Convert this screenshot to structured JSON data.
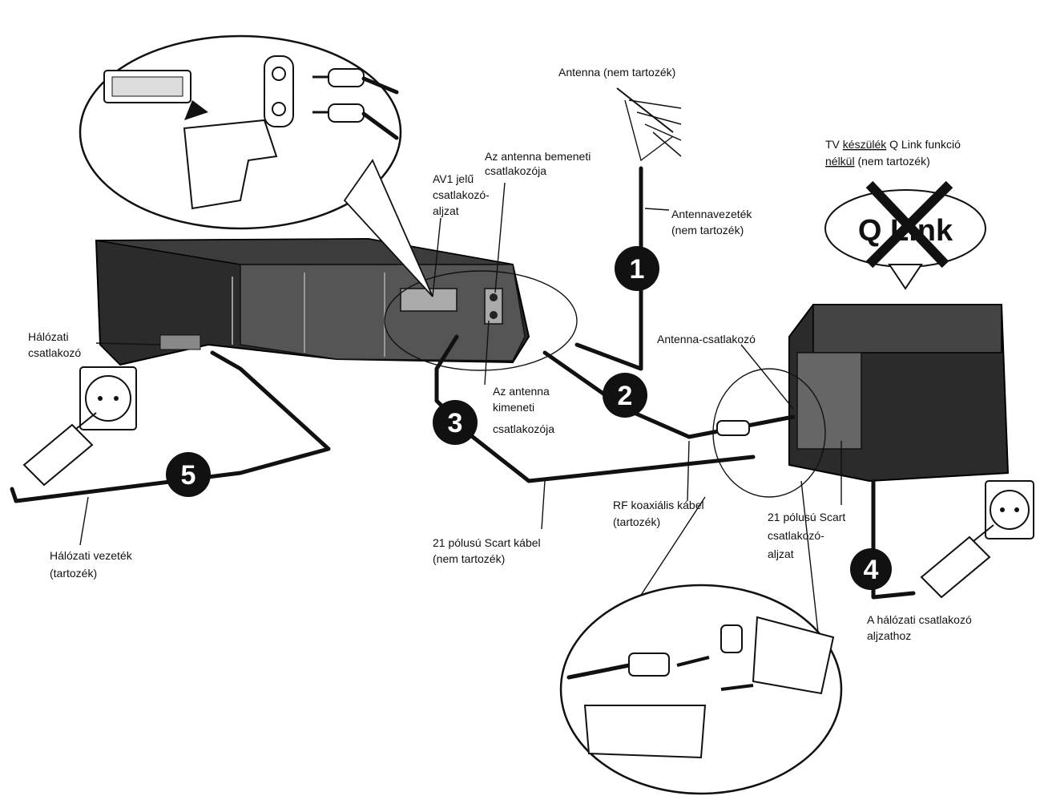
{
  "labels": {
    "antenna": "Antenna (nem tartozék)",
    "antenna_input_1": "Az antenna bemeneti",
    "antenna_input_2": "csatlakozója",
    "av1_1": "AV1 jelű",
    "av1_2": "csatlakozó-",
    "av1_3": "aljzat",
    "antenna_cable_1": "Antennavezeték",
    "antenna_cable_2": "(nem tartozék)",
    "tv_1_a": "TV ",
    "tv_1_b": "készülék",
    "tv_1_c": " Q Link funkció",
    "tv_2_a": "nélkül",
    "tv_2_b": " (nem tartozék)",
    "antenna_connector": "Antenna-csatlakozó",
    "mains_socket_1": "Hálózati",
    "mains_socket_2": "csatlakozó",
    "antenna_output_1": "Az antenna",
    "antenna_output_2": "kimeneti",
    "antenna_output_3": "csatlakozója",
    "rf_cable_1": "RF koaxiális kábel",
    "rf_cable_2": "(tartozék)",
    "scart_socket_1": "21 pólusú Scart",
    "scart_socket_2": "csatlakozó-",
    "scart_socket_3": "aljzat",
    "scart_cable_1": "21 pólusú Scart kábel",
    "scart_cable_2": "(nem tartozék)",
    "mains_cable_1": "Hálózati vezeték",
    "mains_cable_2": "(tartozék)",
    "to_outlet_1": "A hálózati csatlakozó",
    "to_outlet_2": "aljzathoz",
    "qlink_logo": "Q Link"
  },
  "steps": [
    "1",
    "2",
    "3",
    "4",
    "5"
  ]
}
